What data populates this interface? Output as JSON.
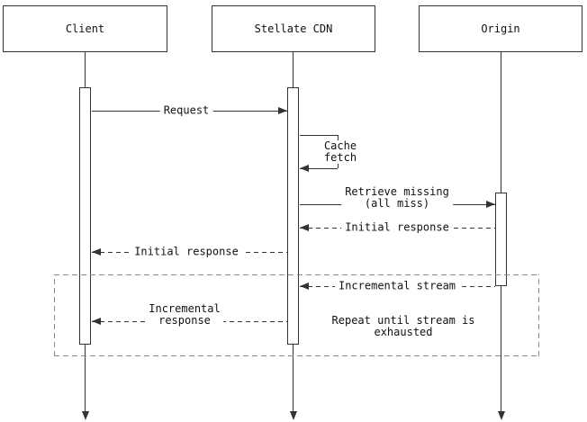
{
  "diagram": {
    "type": "sequence-diagram",
    "colors": {
      "background": "#ffffff",
      "line": "#333333",
      "loop_border": "#888888",
      "text": "#111111"
    },
    "actors": [
      {
        "name": "Client"
      },
      {
        "name": "Stellate CDN"
      },
      {
        "name": "Origin"
      }
    ],
    "messages": [
      {
        "label": "Request",
        "from": "Client",
        "to": "Stellate CDN",
        "style": "solid"
      },
      {
        "label": "Cache\nfetch",
        "from": "Stellate CDN",
        "to": "Stellate CDN",
        "style": "solid-self"
      },
      {
        "label": "Retrieve missing\n(all miss)",
        "from": "Stellate CDN",
        "to": "Origin",
        "style": "solid"
      },
      {
        "label": "Initial response",
        "from": "Origin",
        "to": "Stellate CDN",
        "style": "dashed"
      },
      {
        "label": "Initial response",
        "from": "Stellate CDN",
        "to": "Client",
        "style": "dashed"
      },
      {
        "label": "Incremental stream",
        "from": "Origin",
        "to": "Stellate CDN",
        "style": "dashed"
      },
      {
        "label": "Incremental\nresponse",
        "from": "Stellate CDN",
        "to": "Client",
        "style": "dashed"
      }
    ],
    "loop_note": "Repeat until stream is\nexhausted"
  }
}
